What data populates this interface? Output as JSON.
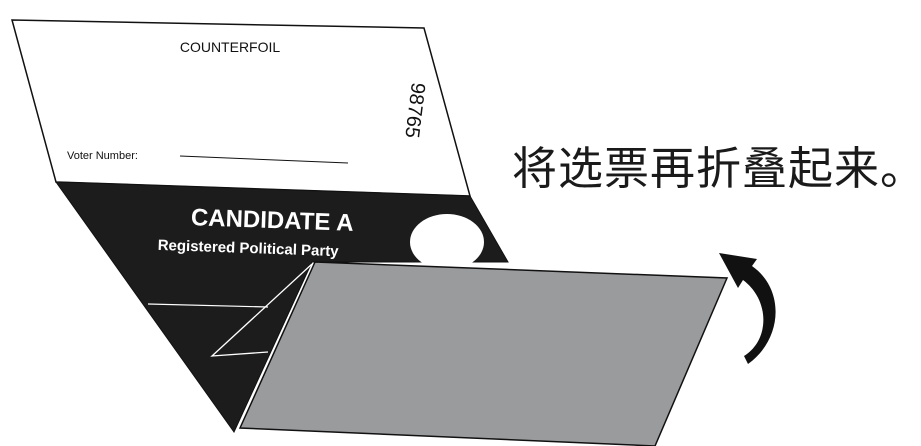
{
  "ballot": {
    "counterfoil_label": "COUNTERFOIL",
    "serial_number": "98765",
    "voter_number_label": "Voter Number:",
    "candidate_name": "CANDIDATE A",
    "party_name": "Registered Political Party"
  },
  "instruction": {
    "text": "将选票再折叠起来。"
  },
  "colors": {
    "paper": "#ffffff",
    "ballot_black": "#1c1c1c",
    "folded_flap_gray": "#9a9b9d",
    "outline": "#111111",
    "arrow": "#111111"
  }
}
